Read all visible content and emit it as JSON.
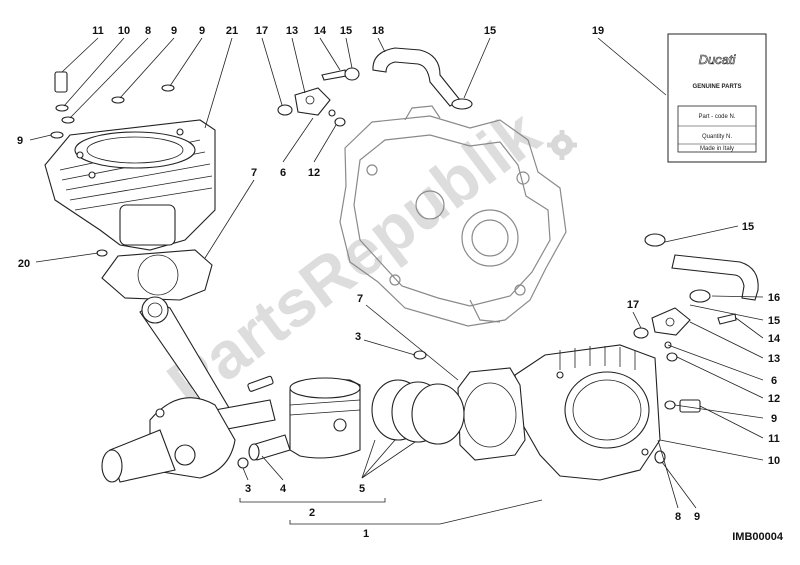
{
  "watermark": {
    "text": "PartsRepublik"
  },
  "drawing_code": "IMB00004",
  "label_card": {
    "brand": "Ducati",
    "heading": "GENUINE PARTS",
    "fields": [
      "Part - code N.",
      "Quantity N.",
      "Made in Italy"
    ]
  },
  "callouts": [
    "11",
    "10",
    "8",
    "9",
    "9",
    "21",
    "17",
    "13",
    "14",
    "15",
    "18",
    "15",
    "19",
    "9",
    "6",
    "12",
    "7",
    "20",
    "15",
    "17",
    "16",
    "15",
    "14",
    "7",
    "3",
    "13",
    "6",
    "12",
    "9",
    "11",
    "10",
    "3",
    "4",
    "5",
    "2",
    "1",
    "8",
    "9"
  ]
}
